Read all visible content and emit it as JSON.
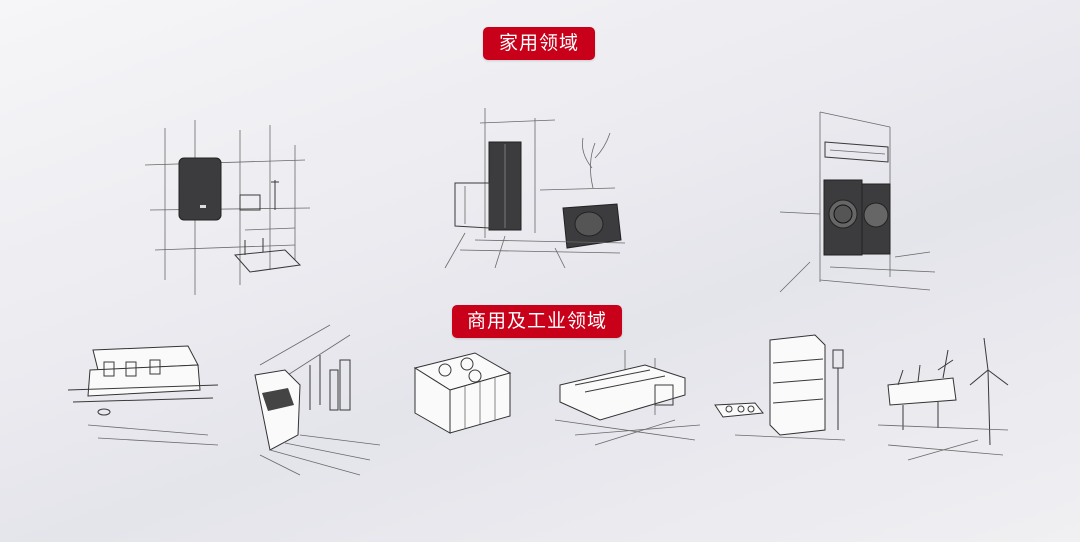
{
  "sections": {
    "household": {
      "label": "家用领域"
    },
    "commercial_industrial": {
      "label": "商用及工业领域"
    }
  },
  "colors": {
    "badge_bg": "#c8001a",
    "badge_text": "#ffffff",
    "line_art": "#3a3a3a",
    "appliance_dark": "#3c3c3e"
  },
  "illustrations": {
    "household": [
      "water-heater-bathroom",
      "kitchen-fridge-heat-pump",
      "laundry-washer-dryer"
    ],
    "commercial_industrial": [
      "espresso-machine",
      "high-speed-train",
      "commercial-kitchen-range",
      "printing-press-factory",
      "baking-oven",
      "offshore-platform-wind-turbine"
    ]
  }
}
